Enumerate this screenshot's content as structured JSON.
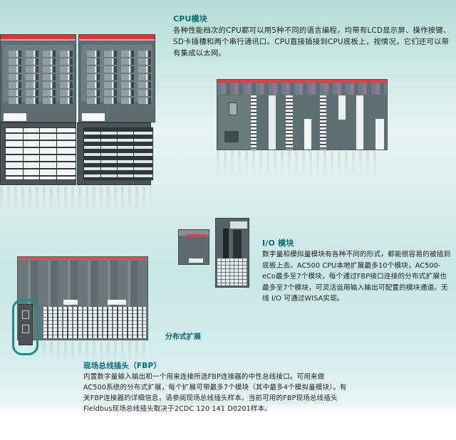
{
  "sections": {
    "cpu": {
      "title": "CPU模块",
      "body": "各种性能档次的CPU都可以用5种不同的语言编程，均带有LCD显示屏、操作按键、SD卡插槽和两个串行通讯口。CPU直接插接到CPU底板上，视情况，它们还可以带有集成以太网。"
    },
    "io": {
      "title": "I/O 模块",
      "body": "数字量和模拟量模块有各种不同的形式，都能很容易的被插到底板上去。AC500 CPU本地扩展最多10个模块，AC500-eCo最多至7个模块，每个通过FBP接口连接的分布式扩展也最多至7个模块，可灵活运用输入输出可配置的模块通道。无线 I/O 可通过WISA实现。"
    },
    "distributed": {
      "caption": "分布式扩展"
    },
    "fbp": {
      "title": "现场总线插头（FBP）",
      "body": "内置数字量输入输出和一个用来连接所选FBP连接器的中性总线接口。可用来做AC500系统的分布式扩展，每个扩展可带最多7个模块（其中最多4个模拟量模块）。有关FBP连接器的详细信息，请参阅现场总线插头样本。当前可用的FBP现场总线插头Fieldbus现场总线插头取决于2CDC 120 141 D0201样本。"
    }
  },
  "images": {
    "cpu_modules_closeup": "cpu-module-photo",
    "plc_rack": "plc-rack-photo",
    "io_modules": "io-module-photo",
    "distributed_rack": "distributed-expansion-photo",
    "fbp_highlight": "fieldbus-plug-highlight"
  },
  "colors": {
    "heading": "#0a6a78",
    "module_red_bar": "#d7363a",
    "module_body": "#5e6d72",
    "highlight_ring": "#1c8f8a"
  }
}
